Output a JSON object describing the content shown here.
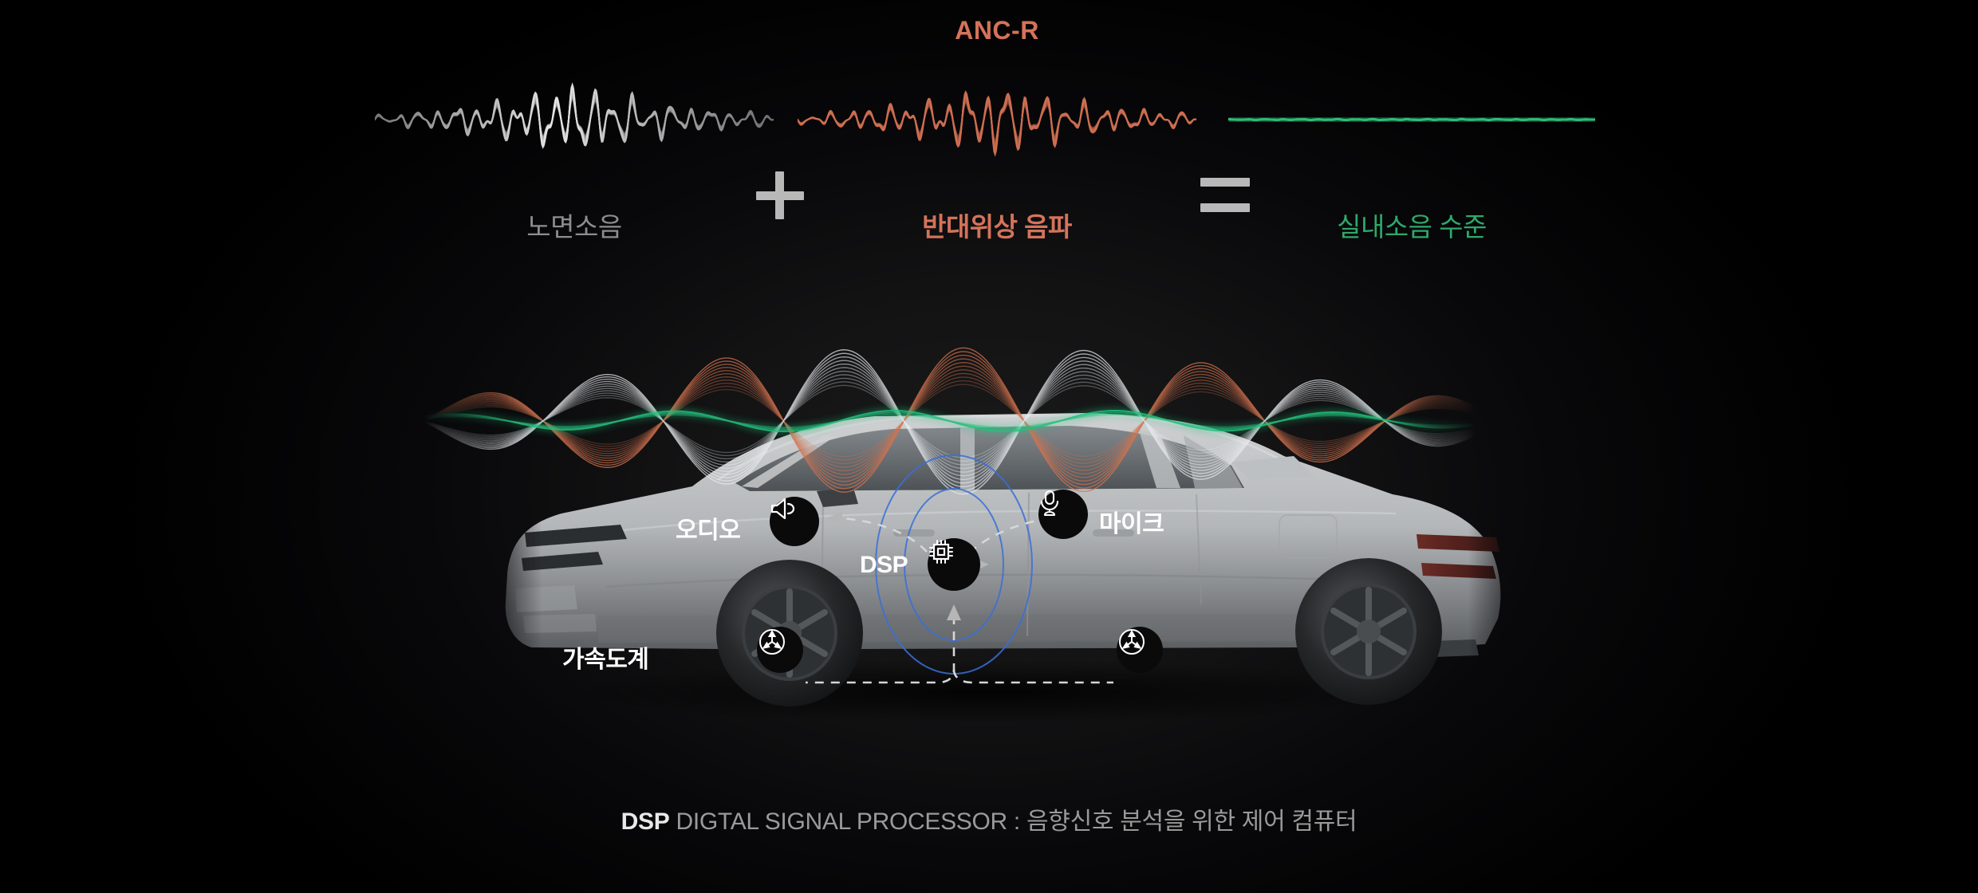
{
  "equation": {
    "anc_title": "ANC-R",
    "operator_plus": "+",
    "operator_equals": "=",
    "cells": [
      {
        "id": "road-noise",
        "label": "노면소음",
        "color": "#8d8d8d"
      },
      {
        "id": "anti-phase",
        "label": "반대위상 음파",
        "color": "#d4735a"
      },
      {
        "id": "cabin-level",
        "label": "실내소음 수준",
        "color": "#2fa86a"
      }
    ]
  },
  "scene": {
    "nodes": [
      {
        "id": "audio",
        "label": "오디오",
        "icon": "speaker-icon"
      },
      {
        "id": "dsp",
        "label": "DSP",
        "icon": "chip-icon"
      },
      {
        "id": "microphone",
        "label": "마이크",
        "icon": "microphone-icon"
      },
      {
        "id": "accelerometer",
        "label": "가속도계",
        "icon": "accelerometer-icon"
      }
    ],
    "accent_ring_color": "#3a6fd8"
  },
  "caption": {
    "strong": "DSP",
    "rest": " DIGTAL SIGNAL PROCESSOR : 음향신호 분석을 위한 제어 컴퓨터"
  },
  "chart_data": {
    "type": "line",
    "title": "ANC-R",
    "xlabel": "",
    "ylabel": "",
    "grid": false,
    "legend": "below each waveform",
    "series": [
      {
        "name": "노면소음",
        "color": "#b9b9b9",
        "amplitude_profile": [
          0.12,
          0.3,
          0.55,
          0.95,
          0.55,
          0.3,
          0.18
        ],
        "description": "irregular road-noise waveform, peak near centre"
      },
      {
        "name": "반대위상 음파",
        "color": "#d4735a",
        "amplitude_profile": [
          0.12,
          0.3,
          0.55,
          0.95,
          0.55,
          0.3,
          0.18
        ],
        "description": "inverted anti-phase waveform, mirror of road noise"
      },
      {
        "name": "실내소음 수준",
        "color": "#2fa86a",
        "amplitude_profile": [
          0.06,
          0.07,
          0.08,
          0.08,
          0.08,
          0.07,
          0.05
        ],
        "description": "residual cabin noise, near-flat low ripple"
      }
    ]
  }
}
